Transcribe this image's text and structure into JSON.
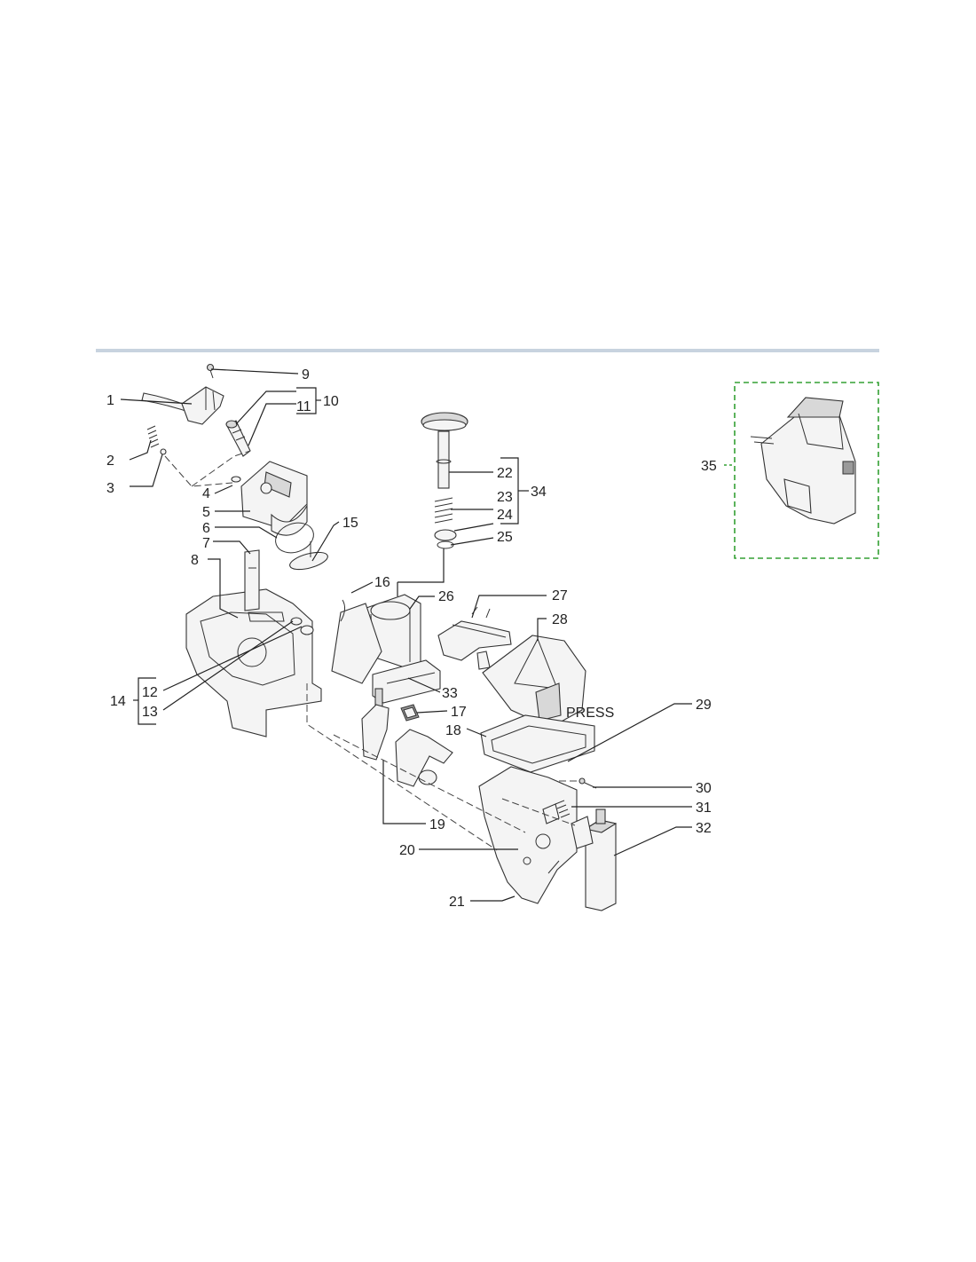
{
  "rule_color": "#c8d3df",
  "kit_box_color": "#33a033",
  "callouts": {
    "c1": "1",
    "c2": "2",
    "c3": "3",
    "c4": "4",
    "c5": "5",
    "c6": "6",
    "c7": "7",
    "c8": "8",
    "c9": "9",
    "c10": "10",
    "c11": "11",
    "c12": "12",
    "c13": "13",
    "c14": "14",
    "c15": "15",
    "c16": "16",
    "c17": "17",
    "c18": "18",
    "c19": "19",
    "c20": "20",
    "c21": "21",
    "c22": "22",
    "c23": "23",
    "c24": "24",
    "c25": "25",
    "c26": "26",
    "c27": "27",
    "c28": "28",
    "c29": "29",
    "c30": "30",
    "c31": "31",
    "c32": "32",
    "c33": "33",
    "c34": "34",
    "c35": "35"
  },
  "part_28_stamp": "PRESS"
}
